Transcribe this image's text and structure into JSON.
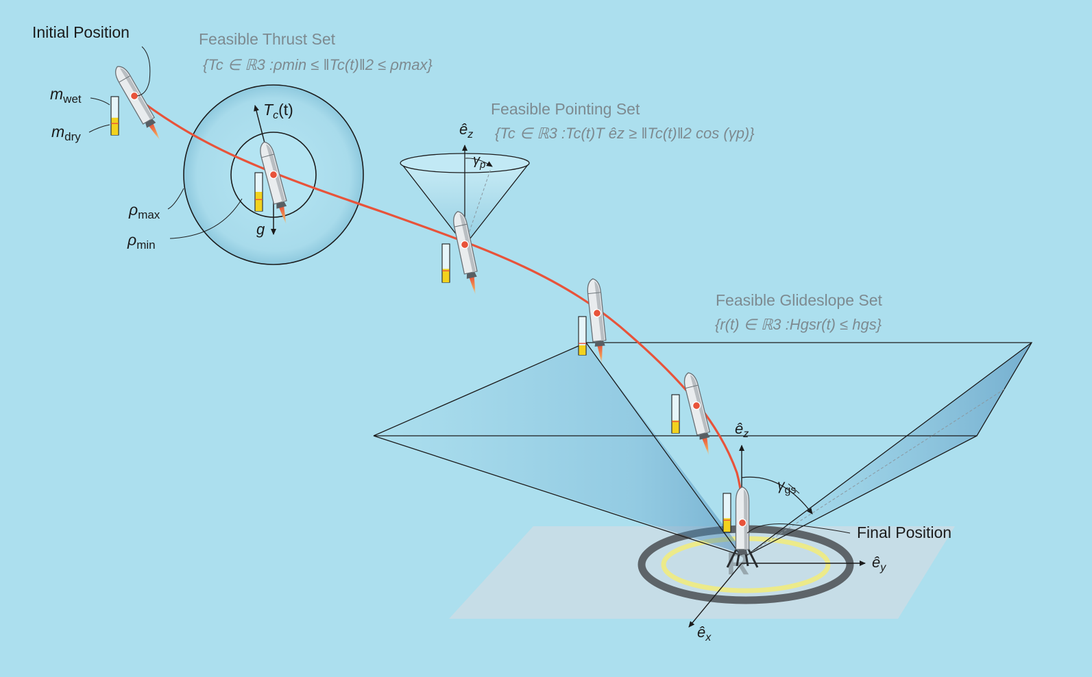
{
  "labels": {
    "initial_position": "Initial Position",
    "final_position": "Final Position",
    "m_wet_base": "m",
    "m_wet_sub": "wet",
    "m_dry_base": "m",
    "m_dry_sub": "dry",
    "rho_max_base": "ρ",
    "rho_max_sub": "max",
    "rho_min_base": "ρ",
    "rho_min_sub": "min",
    "g": "g",
    "tc_base": "T",
    "tc_sub": "c",
    "tc_arg": "(t)",
    "gamma_p_base": "γ",
    "gamma_p_sub": "p",
    "gamma_gs_base": "γ",
    "gamma_gs_sub": "gs",
    "ez_hat_top_base": "ê",
    "ez_hat_top_sub": "z",
    "ez_hat_base": "ê",
    "ez_hat_sub": "z",
    "ey_hat_base": "ê",
    "ey_hat_sub": "y",
    "ex_hat_base": "ê",
    "ex_hat_sub": "x"
  },
  "sets": {
    "thrust": {
      "title": "Feasible Thrust Set",
      "formula": "{Tc ∈ ℝ3 :ρmin ≤ ‖Tc(t)‖2 ≤ ρmax}"
    },
    "pointing": {
      "title": "Feasible Pointing Set",
      "formula": "{Tc ∈ ℝ3 :Tc(t)T êz ≥ ‖Tc(t)‖2 cos (γp)}"
    },
    "glideslope": {
      "title": "Feasible Glideslope Set",
      "formula": "{r(t) ∈ ℝ3 :Hgsr(t) ≤ hgs}"
    }
  },
  "colors": {
    "background": "#acdfee",
    "trajectory": "#e8533a",
    "fuel": "#f2d21e",
    "set_title_gray": "#7d8a90",
    "pad_ring": "#5d6469",
    "pad_inner_ring": "#ecea8a"
  },
  "icons": [
    "rocket-icon",
    "fuel-gauge-icon",
    "landing-pad-icon"
  ],
  "fuel_levels": [
    0.45,
    0.5,
    0.35,
    0.25,
    0.33,
    0.35
  ]
}
